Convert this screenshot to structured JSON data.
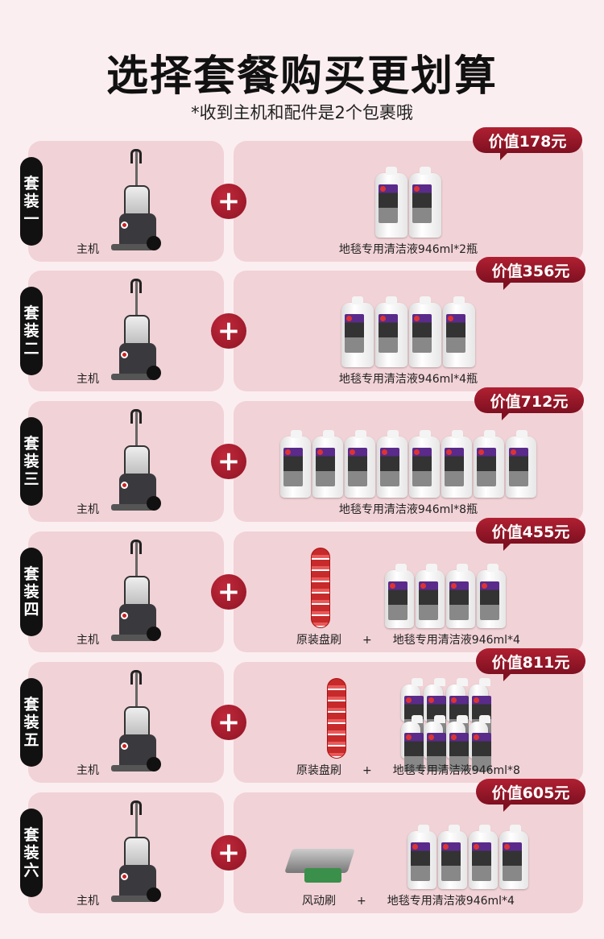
{
  "header": {
    "title": "选择套餐购买更划算",
    "subtitle": "*收到主机和配件是2个包裹哦"
  },
  "colors": {
    "background": "#fbeef0",
    "card": "#f1d2d7",
    "accent": "#9e1a2c",
    "pill": "#111111"
  },
  "bundles": [
    {
      "name_chars": [
        "套",
        "装",
        "一"
      ],
      "host_label": "主机",
      "badge": "价值178元",
      "accessory": null,
      "accessory_label": null,
      "plus_sign": null,
      "liquid_label": "地毯专用清洁液946ml*2瓶",
      "bottle_count": 2
    },
    {
      "name_chars": [
        "套",
        "装",
        "二"
      ],
      "host_label": "主机",
      "badge": "价值356元",
      "accessory": null,
      "accessory_label": null,
      "plus_sign": null,
      "liquid_label": "地毯专用清洁液946ml*4瓶",
      "bottle_count": 4
    },
    {
      "name_chars": [
        "套",
        "装",
        "三"
      ],
      "host_label": "主机",
      "badge": "价值712元",
      "accessory": null,
      "accessory_label": null,
      "plus_sign": null,
      "liquid_label": "地毯专用清洁液946ml*8瓶",
      "bottle_count": 8
    },
    {
      "name_chars": [
        "套",
        "装",
        "四"
      ],
      "host_label": "主机",
      "badge": "价值455元",
      "accessory": "disc-brush",
      "accessory_label": "原装盘刷",
      "plus_sign": "+",
      "liquid_label": "地毯专用清洁液946ml*4",
      "bottle_count": 4
    },
    {
      "name_chars": [
        "套",
        "装",
        "五"
      ],
      "host_label": "主机",
      "badge": "价值811元",
      "accessory": "disc-brush",
      "accessory_label": "原装盘刷",
      "plus_sign": "+",
      "liquid_label": "地毯专用清洁液946ml*8",
      "bottle_count": 8
    },
    {
      "name_chars": [
        "套",
        "装",
        "六"
      ],
      "host_label": "主机",
      "badge": "价值605元",
      "accessory": "air-brush",
      "accessory_label": "风动刷",
      "plus_sign": "+",
      "liquid_label": "地毯专用清洁液946ml*4",
      "bottle_count": 4
    }
  ]
}
